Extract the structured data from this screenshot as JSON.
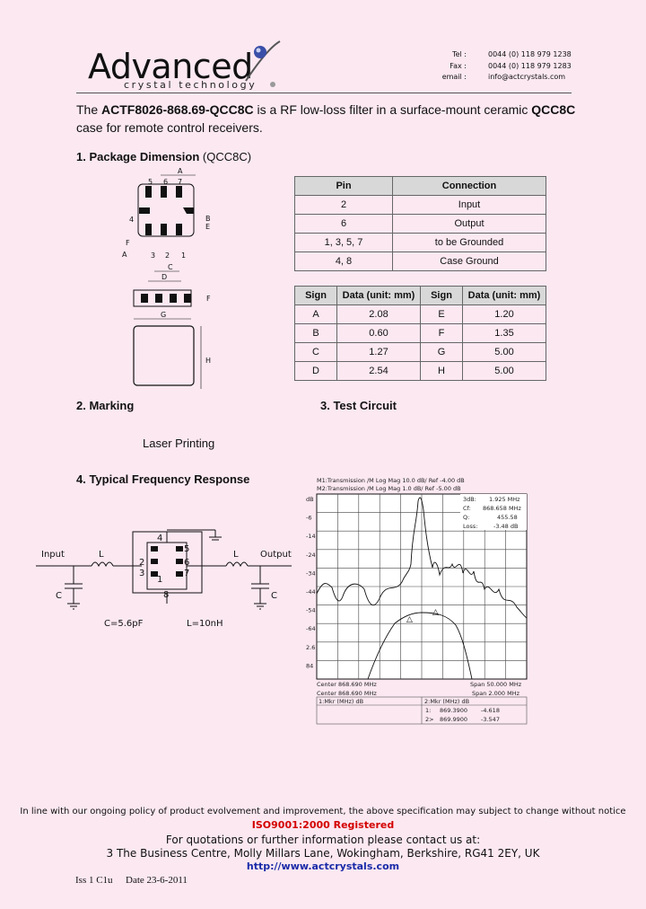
{
  "header": {
    "logo_word": "Advanced",
    "logo_sub": "crystal technology",
    "contact": [
      {
        "label": "Tel :",
        "value": "0044 (0) 118 979 1238"
      },
      {
        "label": "Fax :",
        "value": "0044 (0) 118 979 1283"
      },
      {
        "label": "email :",
        "value": "info@actcrystals.com"
      }
    ]
  },
  "intro": {
    "pre": "The ",
    "part": "ACTF8026-868.69-QCC8C",
    "mid": " is a RF low-loss filter in a surface-mount ceramic ",
    "case": "QCC8C",
    "post": " case for remote control receivers."
  },
  "sections": {
    "package": "1. Package Dimension",
    "package_note": " (QCC8C)",
    "marking": "2. Marking",
    "marking_text": "Laser Printing",
    "test_circuit": "3. Test Circuit",
    "freq_response": "4. Typical Frequency Response"
  },
  "pin_table": {
    "headers": [
      "Pin",
      "Connection"
    ],
    "rows": [
      [
        "2",
        "Input"
      ],
      [
        "6",
        "Output"
      ],
      [
        "1, 3, 5, 7",
        "to be Grounded"
      ],
      [
        "4, 8",
        "Case Ground"
      ]
    ]
  },
  "dim_table": {
    "headers": [
      "Sign",
      "Data (unit: mm)",
      "Sign",
      "Data (unit: mm)"
    ],
    "rows": [
      [
        "A",
        "2.08",
        "E",
        "1.20"
      ],
      [
        "B",
        "0.60",
        "F",
        "1.35"
      ],
      [
        "C",
        "1.27",
        "G",
        "5.00"
      ],
      [
        "D",
        "2.54",
        "H",
        "5.00"
      ]
    ]
  },
  "package_drawing": {
    "pins_top": [
      "5",
      "6",
      "7"
    ],
    "pins_bottom": [
      "3",
      "2",
      "1"
    ],
    "pin_left": "4",
    "dims": [
      "A",
      "B",
      "C",
      "D",
      "E",
      "F",
      "G",
      "H"
    ]
  },
  "circuit": {
    "input": "Input",
    "output": "Output",
    "L": "L",
    "C": "C",
    "pins": [
      "4",
      "5",
      "2",
      "6",
      "3",
      "7",
      "1",
      "8"
    ],
    "c_value": "C=5.6pF",
    "l_value": "L=10nH"
  },
  "analyzer": {
    "line1": "M1:Transmission  /M Log Mag  10.0 dB/ Ref   -4.00 dB",
    "line2": "M2:Transmission  /M Log Mag   1.0 dB/ Ref   -5.00 dB",
    "y_labels": [
      "dB",
      "-6",
      "-14",
      "-24",
      "-34",
      "-44",
      "-54",
      "-64",
      "2.6",
      "84"
    ],
    "markers": [
      {
        "label": "3dB:",
        "value": "1.925 MHz"
      },
      {
        "label": "Cf:",
        "value": "868.658 MHz"
      },
      {
        "label": "Q:",
        "value": "455.58"
      },
      {
        "label": "Loss:",
        "value": "-3.48 dB"
      }
    ],
    "center1": "Center 868.690 MHz",
    "span1": "Span 50.000 MHz",
    "center2": "Center 868.690 MHz",
    "span2": "Span 2.000 MHz",
    "table_h1": "1:Mkr (MHz)   dB",
    "table_h2": "2:Mkr (MHz)   dB",
    "table_rows": [
      [
        "1:",
        "869.3900",
        "-4.618"
      ],
      [
        "2>",
        "869.9900",
        "-3.547"
      ]
    ]
  },
  "footer": {
    "policy": "In line with our ongoing policy of product evolvement and improvement, the above specification may subject to change without notice",
    "iso": "ISO9001:2000 Registered",
    "quote": "For quotations or further information please contact us at:",
    "address": "3 The Business Centre, Molly Millars Lane, Wokingham, Berkshire, RG41 2EY, UK",
    "url": "http://www.actcrystals.com",
    "issue": "Iss 1 C1u",
    "date": "Date 23-6-2011"
  }
}
